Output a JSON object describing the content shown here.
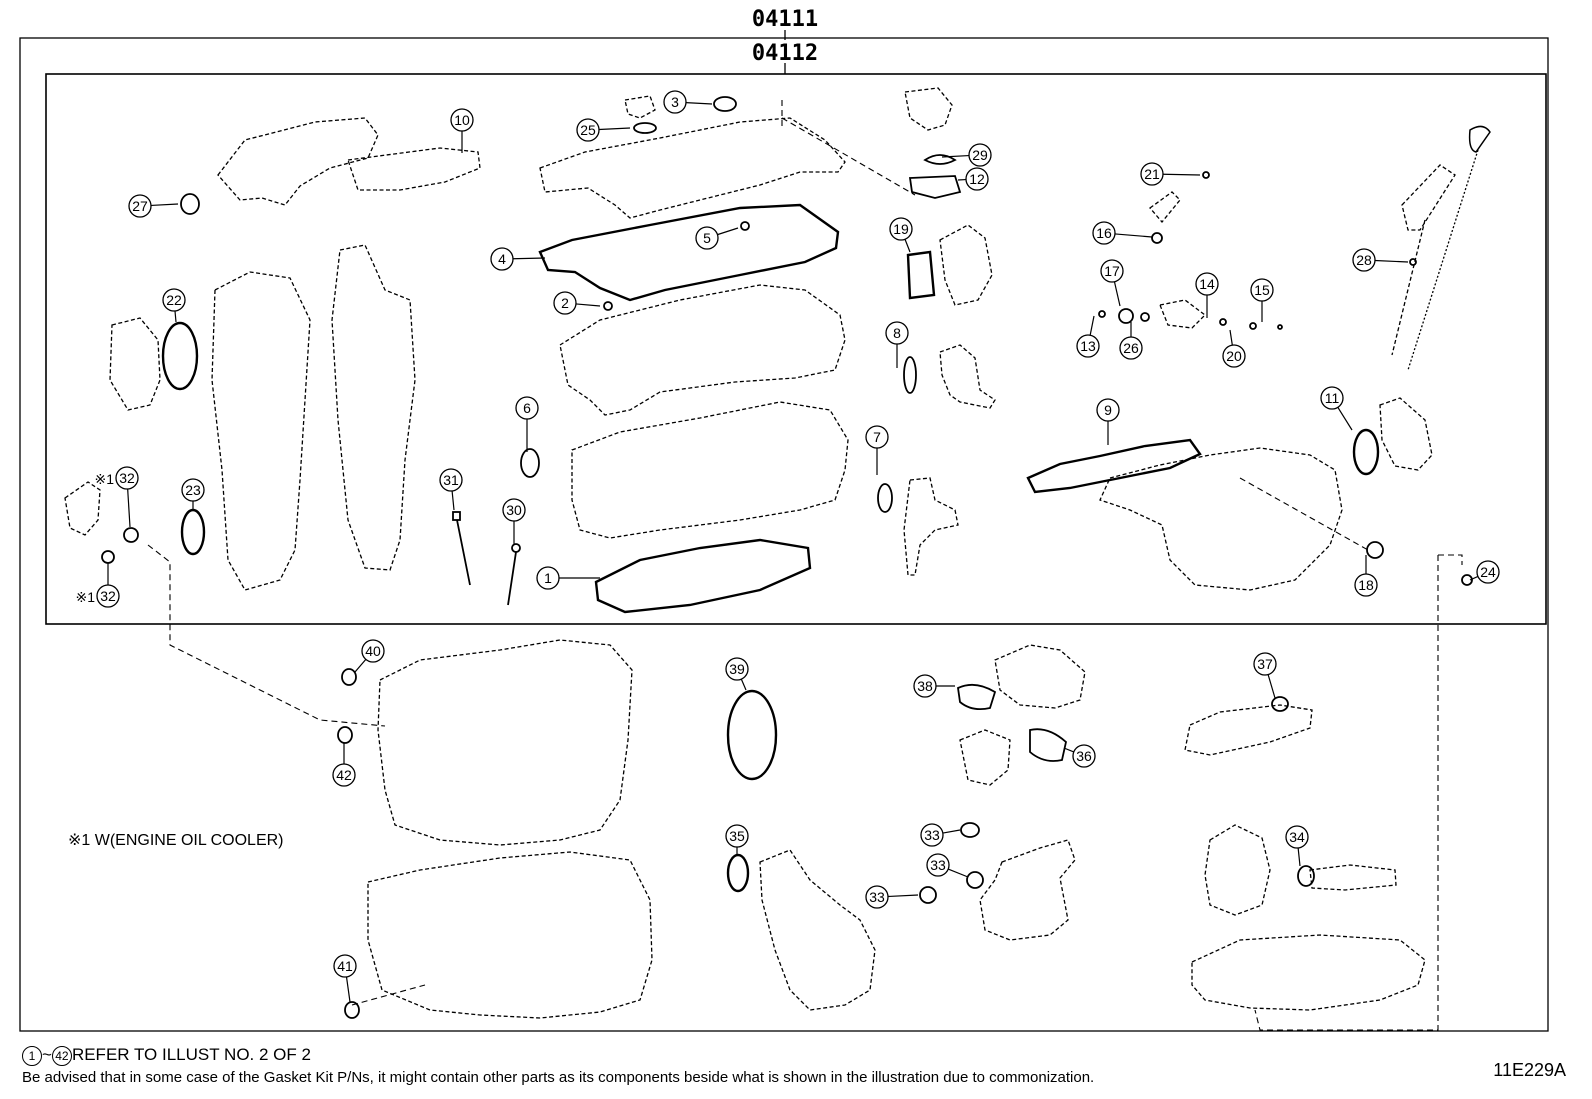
{
  "header": {
    "assembly_code": "04111",
    "subassembly_code": "04112"
  },
  "callouts": [
    "1",
    "2",
    "3",
    "4",
    "5",
    "6",
    "7",
    "8",
    "9",
    "10",
    "11",
    "12",
    "13",
    "14",
    "15",
    "16",
    "17",
    "18",
    "19",
    "20",
    "21",
    "22",
    "23",
    "24",
    "25",
    "26",
    "27",
    "28",
    "29",
    "30",
    "31",
    "32",
    "33",
    "34",
    "35",
    "36",
    "37",
    "38",
    "39",
    "40",
    "41",
    "42"
  ],
  "callout_prefix": "※1",
  "notes": {
    "cooler": "※1 W(ENGINE OIL COOLER)"
  },
  "footer": {
    "ref_start": "1",
    "ref_tilde": "~",
    "ref_end": "42",
    "ref_text": "REFER TO ILLUST NO. 2 OF 2",
    "disclaimer": "Be advised that in some case of the Gasket Kit P/Ns,  it might contain other parts as its components beside what is shown in the illustration due to commonization.",
    "drawing_id": "11E229A"
  }
}
